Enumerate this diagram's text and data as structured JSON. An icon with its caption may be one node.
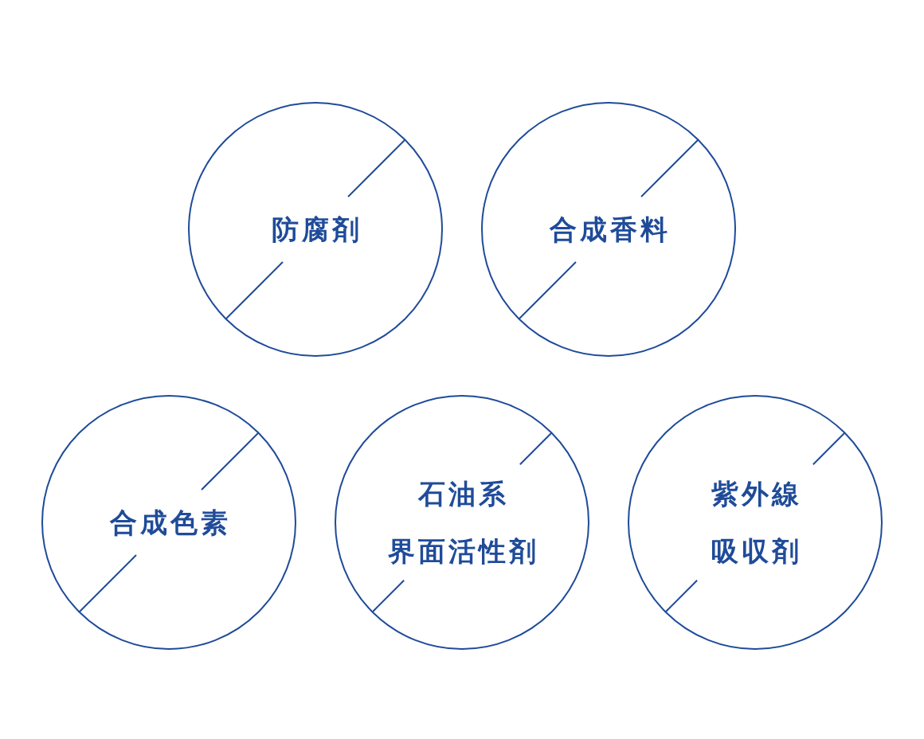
{
  "diagram": {
    "nodes": [
      {
        "text": [
          "防腐剤"
        ]
      },
      {
        "text": [
          "合成香料"
        ]
      },
      {
        "text": [
          "合成色素"
        ]
      },
      {
        "text": [
          "石油系",
          "界面活性剤"
        ]
      },
      {
        "text": [
          "紫外線",
          "吸収剤"
        ]
      }
    ]
  }
}
